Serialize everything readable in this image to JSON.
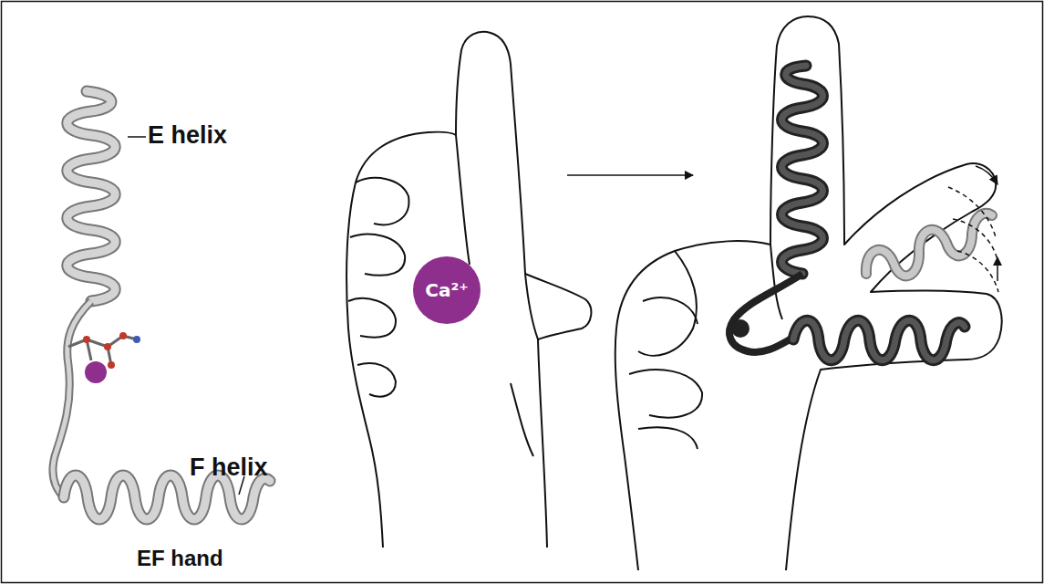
{
  "diagram": {
    "nodes": [
      {
        "text": [
          "Ca²⁺"
        ]
      }
    ],
    "labels": [
      "E helix",
      "F helix",
      "EF hand"
    ]
  }
}
